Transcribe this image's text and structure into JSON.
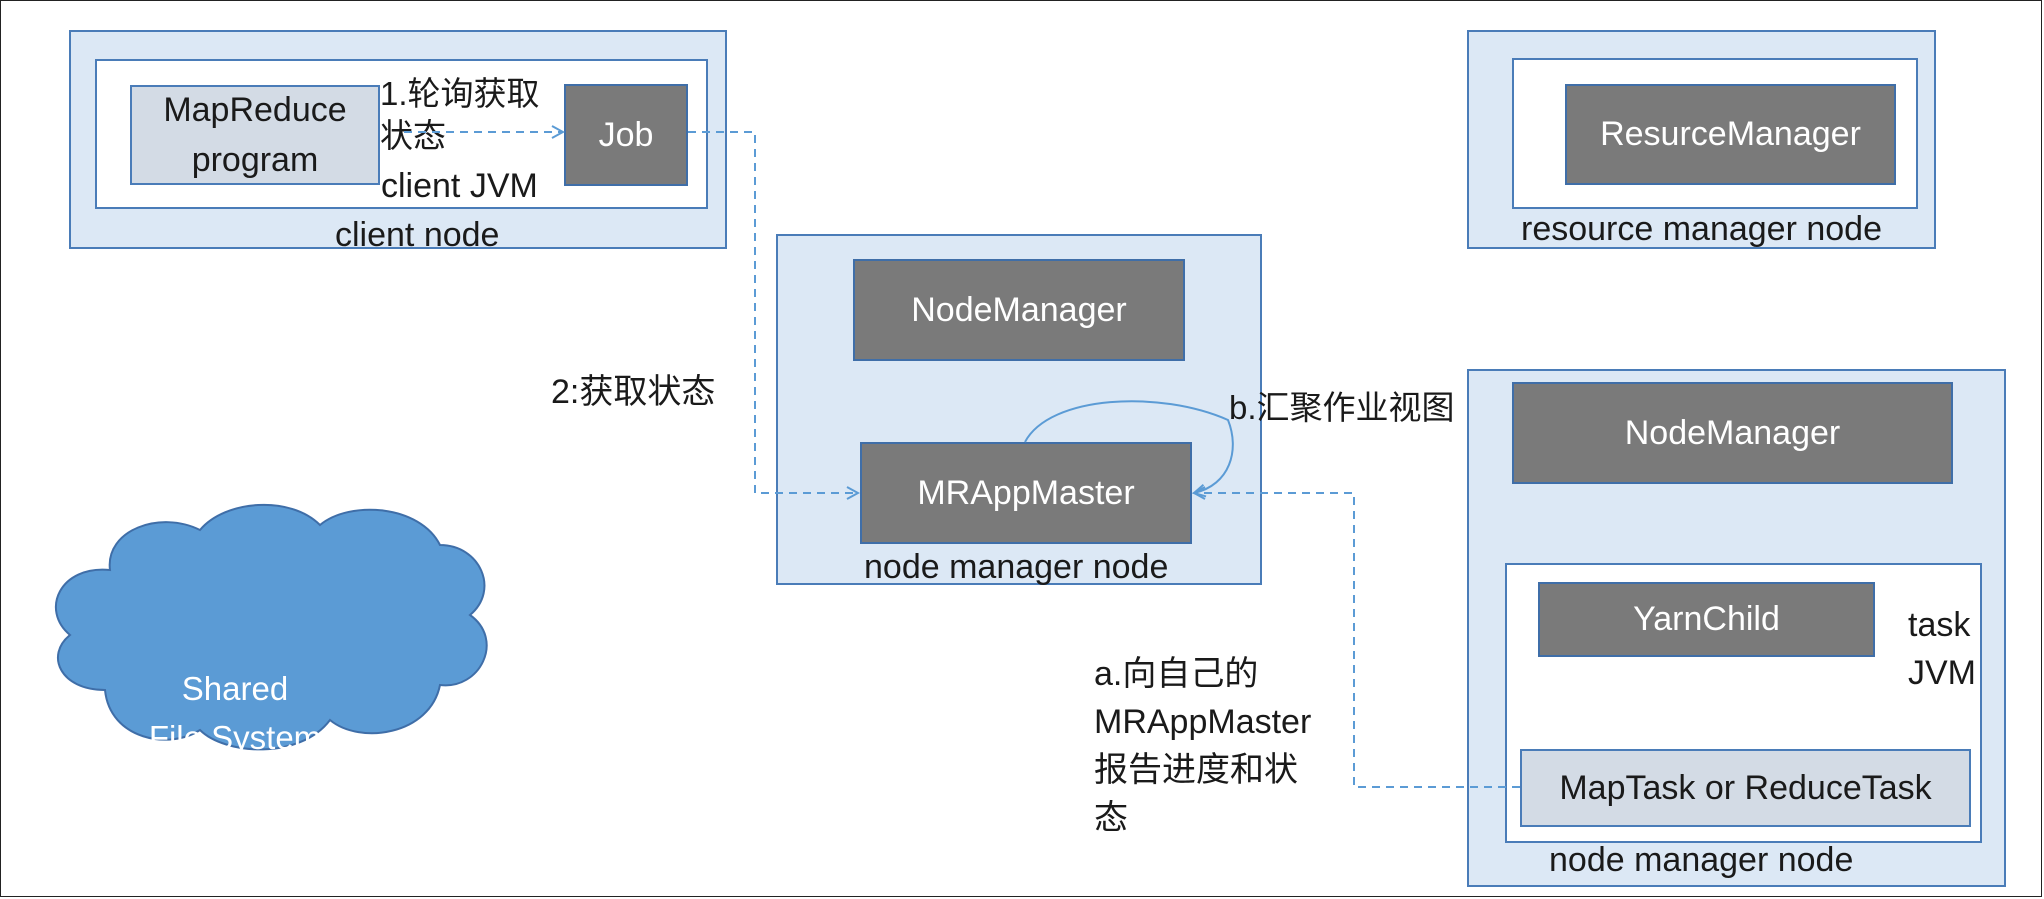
{
  "client_node": {
    "label": "client node",
    "jvm_label": "client JVM",
    "program": "MapReduce\nprogram",
    "job": "Job",
    "poll_label": "1.轮询获取\n状态"
  },
  "resource_manager_node": {
    "label": "resource manager node",
    "resource_manager": "ResurceManager"
  },
  "nm_node_master": {
    "label": "node manager node",
    "node_manager": "NodeManager",
    "app_master": "MRAppMaster",
    "aggregate_label": "b.汇聚作业视图"
  },
  "get_status_label": "2:获取状态",
  "report_label": "a.向自己的\nMRAppMaster\n报告进度和状\n态",
  "nm_node_task": {
    "label": "node manager node",
    "node_manager": "NodeManager",
    "yarn_child": "YarnChild",
    "task_jvm_label": "task\nJVM",
    "task": "MapTask or ReduceTask"
  },
  "shared_fs": {
    "label": "Shared\nFile System\n(e.g. HDFS)"
  },
  "colors": {
    "node_fill": "#dce8f5",
    "node_border": "#4a7cb8",
    "dark_box": "#7a7a7a",
    "light_box": "#d3dbe5",
    "cloud": "#5b9bd5",
    "dashed_arrow": "#5b9bd5"
  }
}
